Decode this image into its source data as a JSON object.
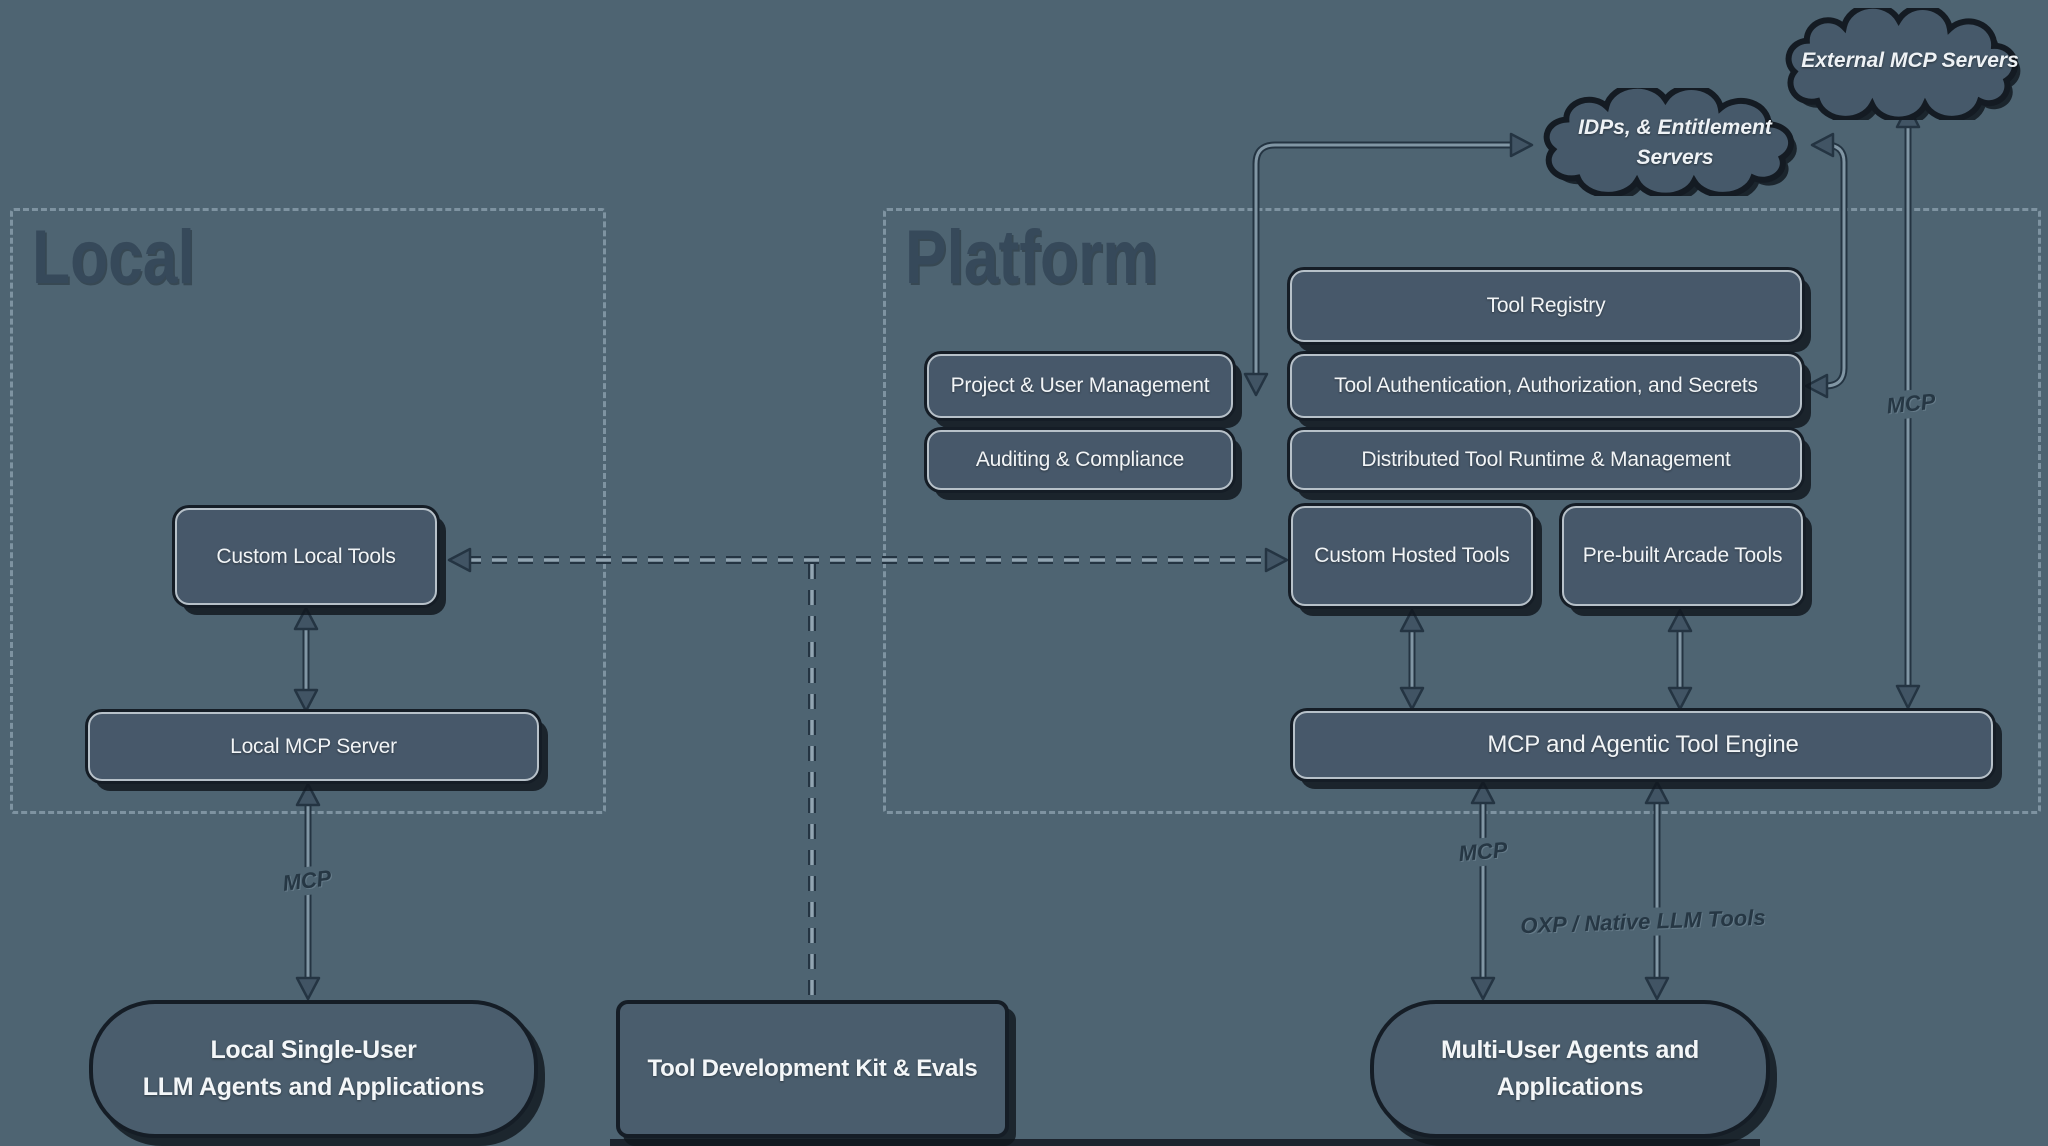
{
  "diagram": {
    "containers": {
      "local": {
        "title": "Local"
      },
      "platform": {
        "title": "Platform"
      }
    },
    "clouds": {
      "external": {
        "label": "External MCP Servers"
      },
      "idps": {
        "line1": "IDPs, & Entitlement",
        "line2": "Servers"
      }
    },
    "nodes": {
      "tool_registry": {
        "label": "Tool Registry"
      },
      "project_user_management": {
        "label": "Project & User Management"
      },
      "tool_auth": {
        "label": "Tool Authentication, Authorization, and Secrets"
      },
      "auditing_compliance": {
        "label": "Auditing & Compliance"
      },
      "distributed_runtime": {
        "label": "Distributed Tool Runtime & Management"
      },
      "custom_hosted_tools": {
        "label": "Custom Hosted Tools"
      },
      "prebuilt_arcade_tools": {
        "label": "Pre-built Arcade Tools"
      },
      "mcp_engine": {
        "label": "MCP and Agentic Tool Engine"
      },
      "custom_local_tools": {
        "label": "Custom Local Tools"
      },
      "local_mcp_server": {
        "label": "Local MCP Server"
      }
    },
    "terminals": {
      "local_agents": {
        "line1": "Local Single-User",
        "line2": "LLM Agents and Applications"
      },
      "tdk": {
        "label": "Tool Development Kit & Evals"
      },
      "multi_user_agents": {
        "line1": "Multi-User Agents and",
        "line2": "Applications"
      }
    },
    "edge_labels": {
      "mcp_local": "MCP",
      "mcp_platform": "MCP",
      "mcp_external": "MCP",
      "oxp": "OXP / Native LLM Tools"
    },
    "colors": {
      "background": "#4e6472",
      "node_fill": "#47586a",
      "node_border": "#b7c1c9",
      "outline_dark": "#151d26",
      "dashed_line": "#7e93a1",
      "arrow_dark": "#243442",
      "arrow_light": "#8196a4",
      "title_text": "#36495a",
      "label_text": "#263744",
      "node_text": "#f1f4f6"
    }
  }
}
